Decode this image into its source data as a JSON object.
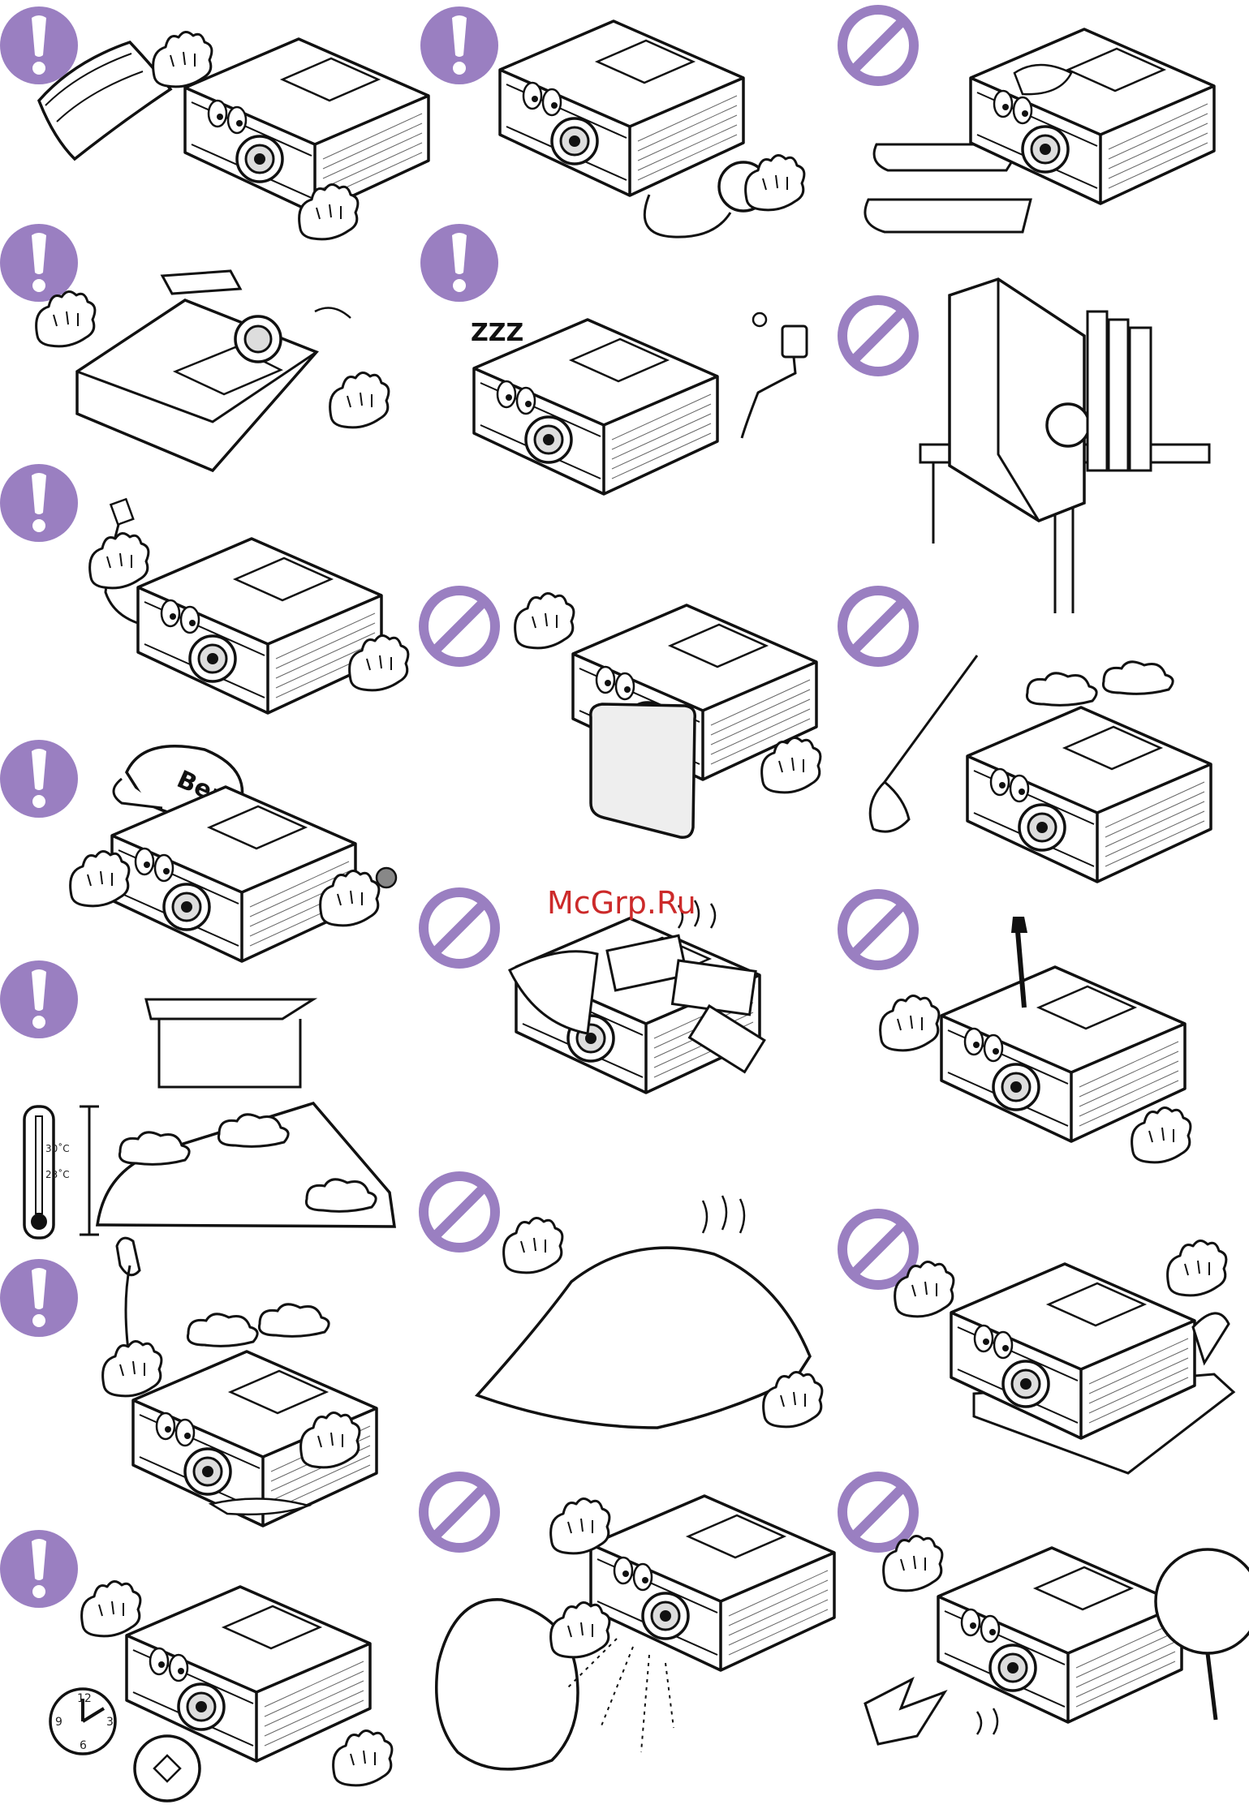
{
  "watermark": "McGrp.Ru",
  "brand_on_cap": "BenQ",
  "thermometer": {
    "high": "30˚C",
    "low": "23˚C"
  },
  "clock": {
    "n12": "12",
    "n3": "3",
    "n6": "6",
    "n9": "9"
  },
  "snore": "ZZZ",
  "badge_colors": {
    "fill": "#9a7fc1",
    "glyph": "#ffffff"
  },
  "panels": [
    {
      "column": "left",
      "row": 1,
      "badge": "exclamation-icon",
      "scene": "projector-with-manual"
    },
    {
      "column": "middle",
      "row": 1,
      "badge": "exclamation-icon",
      "scene": "projector-with-lens-cloth"
    },
    {
      "column": "right",
      "row": 1,
      "badge": "prohibited-icon",
      "scene": "projector-on-soft-cushions"
    },
    {
      "column": "left",
      "row": 2,
      "badge": "exclamation-icon",
      "scene": "ceiling-mounted-projector"
    },
    {
      "column": "middle",
      "row": 2,
      "badge": "exclamation-icon",
      "scene": "sleeping-projector-unplugged"
    },
    {
      "column": "right",
      "row": 2,
      "badge": "prohibited-icon",
      "scene": "projector-placed-vertically"
    },
    {
      "column": "left",
      "row": 3,
      "badge": "exclamation-icon",
      "scene": "projector-holding-plug"
    },
    {
      "column": "middle",
      "row": 3,
      "badge": "prohibited-icon",
      "scene": "lens-covered"
    },
    {
      "column": "right",
      "row": 3,
      "badge": "prohibited-icon",
      "scene": "dusty-environment"
    },
    {
      "column": "left",
      "row": 4,
      "badge": "exclamation-icon",
      "scene": "projector-thumbs-up-cap"
    },
    {
      "column": "middle",
      "row": 4,
      "badge": "prohibited-icon",
      "scene": "objects-on-top"
    },
    {
      "column": "right",
      "row": 4,
      "badge": "prohibited-icon",
      "scene": "do-not-disassemble"
    },
    {
      "column": "left",
      "row": 5,
      "badge": "exclamation-icon",
      "scene": "altitude-temperature"
    },
    {
      "column": "middle",
      "row": 5,
      "badge": "prohibited-icon",
      "scene": "covered-with-cloth"
    },
    {
      "column": "right",
      "row": 5,
      "badge": "prohibited-icon",
      "scene": "tilted-liquid-spill"
    },
    {
      "column": "left",
      "row": 6,
      "badge": "exclamation-icon",
      "scene": "humid-water-puddle"
    },
    {
      "column": "middle",
      "row": 6,
      "badge": "prohibited-icon",
      "scene": "do-not-stare-into-beam"
    },
    {
      "column": "right",
      "row": 6,
      "badge": "prohibited-icon",
      "scene": "avoid-impact-and-fan"
    },
    {
      "column": "left",
      "row": 7,
      "badge": "exclamation-icon",
      "scene": "lamp-hours-clock"
    }
  ]
}
